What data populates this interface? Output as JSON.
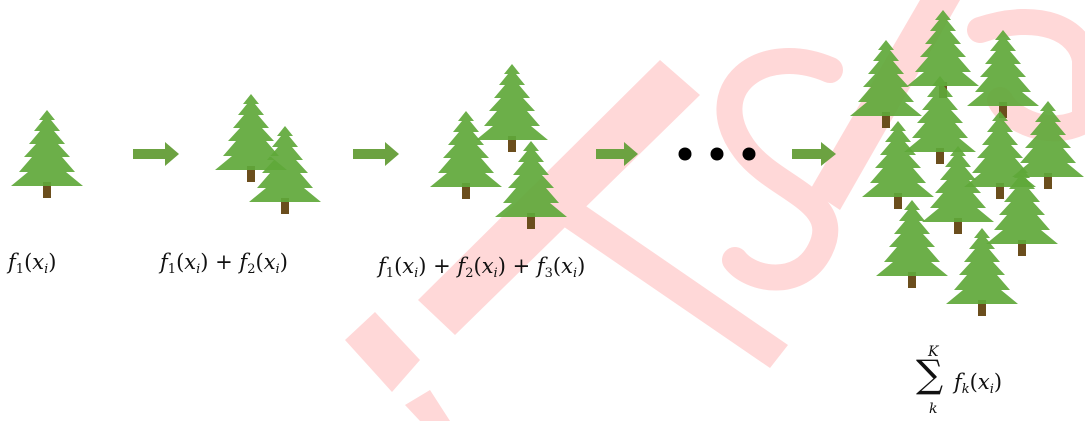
{
  "labels": {
    "step1": "f1(xi)",
    "step2": "f1(xi) + f2(xi)",
    "step3": "f1(xi) + f2(xi) + f3(xi)",
    "ellipsis": "• • •",
    "final": "∑ from k to K of fk(xi)",
    "final_upper": "K",
    "final_lower": "k"
  },
  "colors": {
    "tree": "#5fa83a",
    "trunk": "#6b4e1d",
    "arrow": "#6ca241",
    "watermark": "#ffd8d8"
  },
  "icons": [
    "pine-tree-icon",
    "right-arrow-icon"
  ]
}
